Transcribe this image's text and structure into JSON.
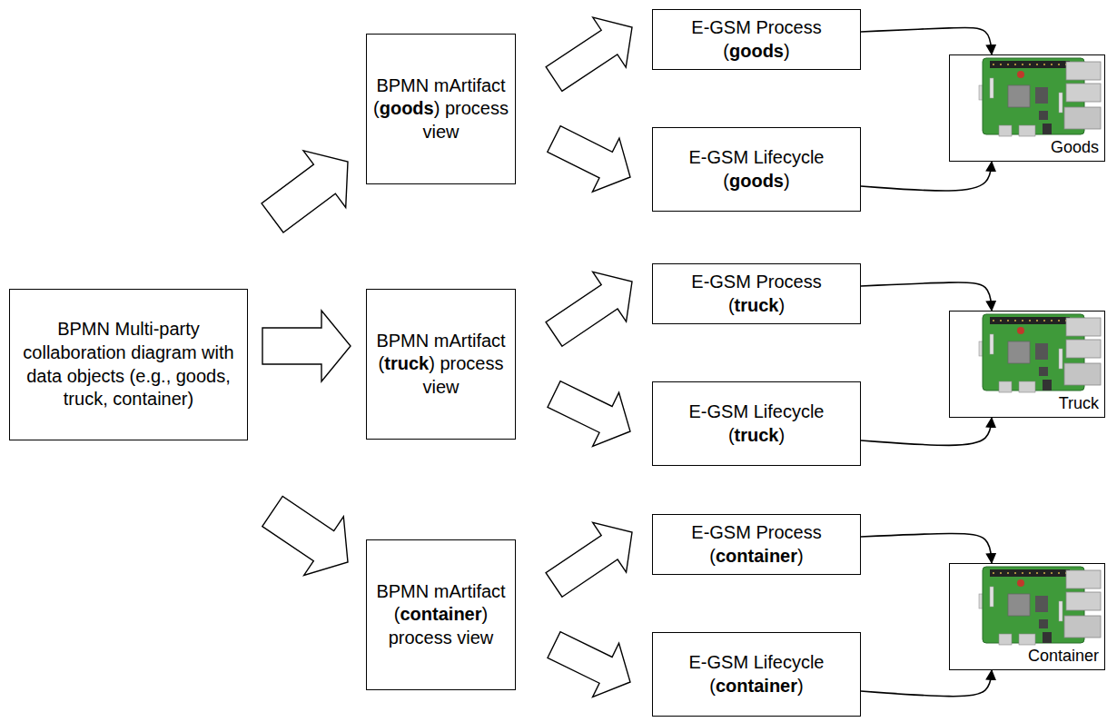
{
  "diagram": {
    "nodes": [
      {
        "text": [
          "BPMN Multi-party collaboration diagram with data objects (e.g., goods, truck, container)"
        ]
      },
      {
        "text": [
          "BPMN mArtifact (goods) process view"
        ]
      },
      {
        "text": [
          "E-GSM Process (goods)"
        ]
      },
      {
        "text": [
          "E-GSM Lifecycle (goods)"
        ]
      },
      {
        "text": [
          "Goods"
        ]
      },
      {
        "text": [
          "BPMN mArtifact (truck) process view"
        ]
      },
      {
        "text": [
          "E-GSM Process (truck)"
        ]
      },
      {
        "text": [
          "E-GSM Lifecycle (truck)"
        ]
      },
      {
        "text": [
          "Truck"
        ]
      },
      {
        "text": [
          "BPMN mArtifact (container) process view"
        ]
      },
      {
        "text": [
          "E-GSM Process (container)"
        ]
      },
      {
        "text": [
          "E-GSM Lifecycle (container)"
        ]
      },
      {
        "text": [
          "Container"
        ]
      }
    ],
    "edges": [
      {
        "from": 0,
        "to": 1,
        "arrow": "to"
      },
      {
        "from": 0,
        "to": 5,
        "arrow": "to"
      },
      {
        "from": 0,
        "to": 9,
        "arrow": "to"
      },
      {
        "from": 1,
        "to": 2,
        "arrow": "to"
      },
      {
        "from": 1,
        "to": 3,
        "arrow": "to"
      },
      {
        "from": 2,
        "to": 4,
        "arrow": "to"
      },
      {
        "from": 3,
        "to": 4,
        "arrow": "to"
      },
      {
        "from": 5,
        "to": 6,
        "arrow": "to"
      },
      {
        "from": 5,
        "to": 7,
        "arrow": "to"
      },
      {
        "from": 6,
        "to": 8,
        "arrow": "to"
      },
      {
        "from": 7,
        "to": 8,
        "arrow": "to"
      },
      {
        "from": 9,
        "to": 10,
        "arrow": "to"
      },
      {
        "from": 9,
        "to": 11,
        "arrow": "to"
      },
      {
        "from": 10,
        "to": 12,
        "arrow": "to"
      },
      {
        "from": 11,
        "to": 12,
        "arrow": "to"
      }
    ]
  }
}
